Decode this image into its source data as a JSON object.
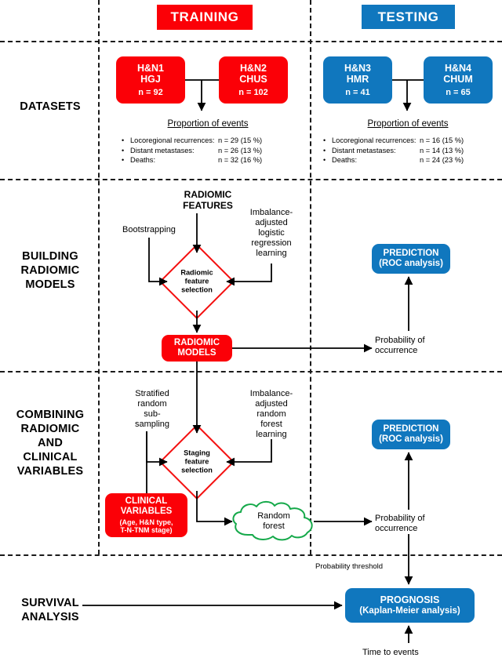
{
  "headers": {
    "training": "TRAINING",
    "testing": "TESTING"
  },
  "sections": {
    "datasets": "DATASETS",
    "building": "BUILDING\nRADIOMIC\nMODELS",
    "combining": "COMBINING\nRADIOMIC\nAND\nCLINICAL\nVARIABLES",
    "survival": "SURVIVAL\nANALYSIS"
  },
  "datasets": {
    "training": [
      {
        "code": "H&N1",
        "site": "HGJ",
        "n": "n = 92"
      },
      {
        "code": "H&N2",
        "site": "CHUS",
        "n": "n = 102"
      }
    ],
    "testing": [
      {
        "code": "H&N3",
        "site": "HMR",
        "n": "n = 41"
      },
      {
        "code": "H&N4",
        "site": "CHUM",
        "n": "n = 65"
      }
    ]
  },
  "proportions": {
    "title": "Proportion of events",
    "training": [
      {
        "label": "Locoregional recurrences:",
        "value": "n = 29 (15 %)"
      },
      {
        "label": "Distant metastases:",
        "value": "n = 26 (13 %)"
      },
      {
        "label": "Deaths:",
        "value": "n = 32 (16 %)"
      }
    ],
    "testing": [
      {
        "label": "Locoregional recurrences:",
        "value": "n = 16 (15 %)"
      },
      {
        "label": "Distant metastases:",
        "value": "n = 14 (13 %)"
      },
      {
        "label": "Deaths:",
        "value": "n = 24 (23 %)"
      }
    ]
  },
  "building": {
    "input_label": "RADIOMIC\nFEATURES",
    "bootstrapping": "Bootstrapping",
    "learning": "Imbalance-\nadjusted\nlogistic\nregression\nlearning",
    "diamond": "Radiomic\nfeature\nselection",
    "models_box": "RADIOMIC\nMODELS",
    "prediction_box": "PREDICTION\n(ROC analysis)",
    "probability": "Probability of\noccurrence"
  },
  "combining": {
    "subsampling": "Stratified\nrandom\nsub-\nsampling",
    "learning": "Imbalance-\nadjusted\nrandom\nforest\nlearning",
    "diamond": "Staging\nfeature\nselection",
    "clinical_title": "CLINICAL\nVARIABLES",
    "clinical_detail": "(Age, H&N type,\nT-N-TNM stage)",
    "random_forest": "Random\nforest",
    "prediction_box": "PREDICTION\n(ROC analysis)",
    "probability": "Probability of\noccurrence"
  },
  "survival": {
    "probability_threshold": "Probability threshold",
    "prognosis_title": "PROGNOSIS",
    "prognosis_sub": "(Kaplan-Meier analysis)",
    "time_to_events": "Time to events"
  },
  "colors": {
    "red": "#fb0007",
    "blue": "#1077be",
    "green": "#15a94a",
    "diamond_outline": "#f41010",
    "line": "#000000"
  }
}
